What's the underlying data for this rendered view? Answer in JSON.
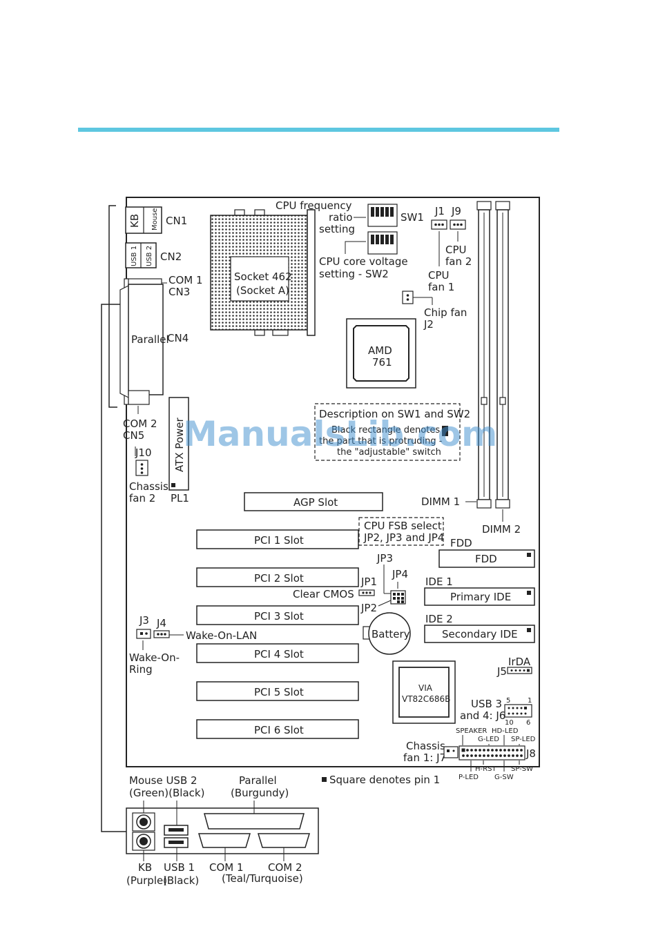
{
  "watermark": "ManualsLib.com",
  "labels": {
    "kb": "KB",
    "mouse": "Mouse",
    "cn1": "CN1",
    "usb1_short": "USB 1",
    "usb2_short": "USB 2",
    "cn2": "CN2",
    "com1": "COM 1",
    "cn3": "CN3",
    "parallel": "Parallel",
    "cn4": "CN4",
    "com2": "COM 2",
    "cn5": "CN5",
    "j10": "J10",
    "chassis_fan2_a": "Chassis",
    "chassis_fan2_b": "fan 2",
    "atx_power": "ATX Power",
    "pl1": "PL1",
    "socket_a": "Socket 462",
    "socket_b": "(Socket A)",
    "cpu_freq_a": "CPU frequency",
    "cpu_freq_b": "ratio",
    "cpu_freq_c": "setting",
    "sw1": "SW1",
    "cpu_core_a": "CPU core voltage",
    "cpu_core_b": "setting - SW2",
    "j1": "J1",
    "j9": "J9",
    "cpu_fan2_a": "CPU",
    "cpu_fan2_b": "fan 2",
    "cpu_fan1_a": "CPU",
    "cpu_fan1_b": "fan 1",
    "chip_fan_a": "Chip fan",
    "chip_fan_b": "J2",
    "amd_a": "AMD",
    "amd_b": "761",
    "desc_a": "Description on SW1 and SW2",
    "desc_b": "Black rectangle denotes",
    "desc_c": "the part that is protruding -",
    "desc_d": "the \"adjustable\" switch",
    "dimm1": "DIMM 1",
    "dimm2": "DIMM 2",
    "agp": "AGP Slot",
    "fsb_a": "CPU FSB select",
    "fsb_b": "JP2, JP3 and JP4",
    "pci1": "PCI 1 Slot",
    "pci2": "PCI 2 Slot",
    "pci3": "PCI 3 Slot",
    "pci4": "PCI 4 Slot",
    "pci5": "PCI 5 Slot",
    "pci6": "PCI 6 Slot",
    "fdd_label": "FDD",
    "fdd": "FDD",
    "jp3": "JP3",
    "jp1": "JP1",
    "jp4": "JP4",
    "jp2": "JP2",
    "clear_cmos": "Clear CMOS",
    "ide1_label": "IDE 1",
    "primary_ide": "Primary IDE",
    "ide2_label": "IDE 2",
    "secondary_ide": "Secondary IDE",
    "battery": "Battery",
    "j3": "J3",
    "j4": "J4",
    "wol": "Wake-On-LAN",
    "wor_a": "Wake-On-",
    "wor_b": "Ring",
    "irda": "IrDA",
    "j5": "J5",
    "via_a": "VIA",
    "via_b": "VT82C686B",
    "usb34_a": "USB 3",
    "usb34_b": "and 4: J6",
    "pin5": "5",
    "pin1": "1",
    "pin10": "10",
    "pin6": "6",
    "chassis_fan1_a": "Chassis",
    "chassis_fan1_b": "fan 1: J7",
    "speaker": "SPEAKER",
    "hd_led": "HD-LED",
    "g_led": "G-LED",
    "sp_led": "SP-LED",
    "j8": "J8",
    "h_rst": "H-RST",
    "sp_sw": "SP-SW",
    "p_led": "P-LED",
    "g_sw": "G-SW",
    "mouse_usb2_a": "Mouse USB 2",
    "mouse_usb2_b": "(Green)(Black)",
    "parallel_top_a": "Parallel",
    "parallel_top_b": "(Burgundy)",
    "square_note": "Square denotes pin 1",
    "bottom_kb_a": "KB",
    "bottom_kb_b": "(Purple)",
    "bottom_usb1_a": "USB 1",
    "bottom_usb1_b": "(Black)",
    "bottom_com1": "COM 1",
    "bottom_com2": "COM 2",
    "bottom_teal": "(Teal/Turquoise)"
  }
}
